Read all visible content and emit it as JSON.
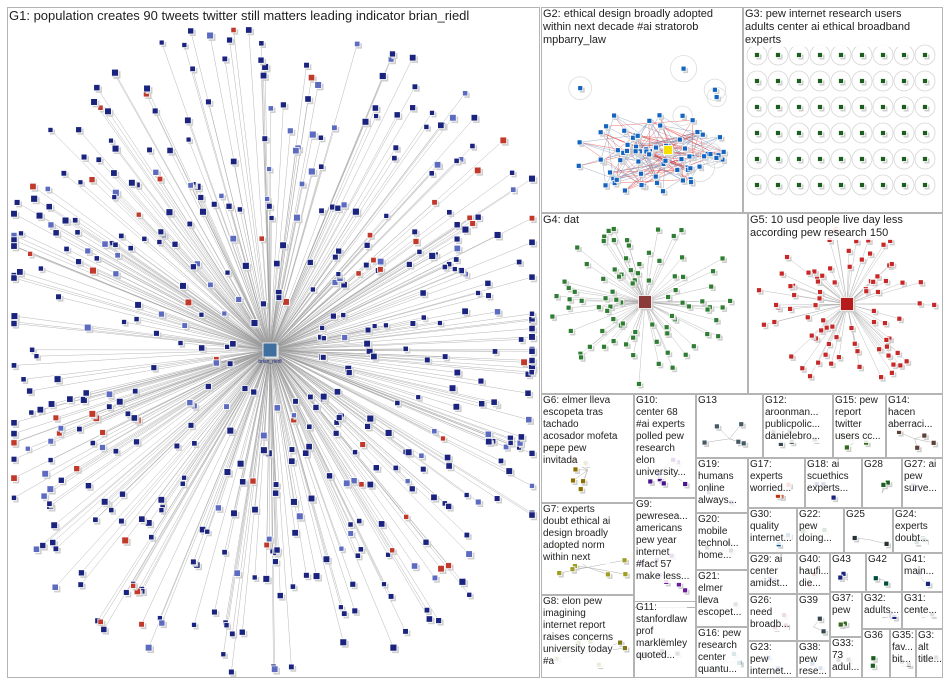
{
  "graph_title": "",
  "groups": [
    {
      "id": "G1",
      "label": "G1: population creates 90 tweets twitter still matters leading indicator brian_riedl",
      "center_label": "brian_riedl",
      "color": "#1a237e"
    },
    {
      "id": "G2",
      "label": "G2: ethical design broadly adopted\nwithin next decade #ai stratorob\nmpbarry_law",
      "color": "#1565c0"
    },
    {
      "id": "G3",
      "label": "G3: pew internet research users\nadults center ai ethical broadband\nexperts",
      "color": "#1b5e20"
    },
    {
      "id": "G4",
      "label": "G4: dat",
      "center_label": "",
      "color": "#2e7d32"
    },
    {
      "id": "G5",
      "label": "G5: 10 usd people live day less\naccording pew research 150",
      "center_label": "",
      "color": "#c62828"
    },
    {
      "id": "G6",
      "label": "G6: elmer lleva\nescopeta tras\ntachado\nacosador mofeta\npepe pew\ninvitada",
      "color": "#8d6e00"
    },
    {
      "id": "G7",
      "label": "G7: experts\ndoubt ethical ai\ndesign broadly\nadopted norm\nwithin next",
      "color": "#9e9d24"
    },
    {
      "id": "G8",
      "label": "G8: elon pew\nimagining\ninternet report\nraises concerns\nuniversity today\n#a",
      "color": "#827717"
    },
    {
      "id": "G9",
      "label": "G9:\npewresea...\namericans\npew year\ninternet\n#fact 57\nmake less...",
      "color": "#6a1b9a"
    },
    {
      "id": "G10",
      "label": "G10:\ncenter 68\n#ai experts\npolled pew\nresearch\nelon\nuniversity...",
      "color": "#4a148c"
    },
    {
      "id": "G11",
      "label": "G11:\nstanfordlaw\nprof\nmarklemley\nquoted...",
      "color": "#4e342e"
    },
    {
      "id": "G12",
      "label": "G12:\naroonman...\npublicpolic...\ndanielebro...",
      "color": "#37474f"
    },
    {
      "id": "G13",
      "label": "G13",
      "color": "#455a64"
    },
    {
      "id": "G14",
      "label": "G14:\nhacen\naberraci...",
      "color": "#5d4037"
    },
    {
      "id": "G15",
      "label": "G15: pew\nreport\ntwitter\nusers cc...",
      "color": "#33691e"
    },
    {
      "id": "G16",
      "label": "G16: pew\nresearch\ncenter\nquantu...",
      "color": "#006064"
    },
    {
      "id": "G17",
      "label": "G17:\nexperts\nworried...",
      "color": "#bf360c"
    },
    {
      "id": "G18",
      "label": "G18: ai\nscuethics\nexperts...",
      "color": "#1a237e"
    },
    {
      "id": "G19",
      "label": "G19:\nhumans\nonline\nalways...",
      "color": "#283593"
    },
    {
      "id": "G20",
      "label": "G20:\nmobile\ntechnol...\nhome...",
      "color": "#3e2723"
    },
    {
      "id": "G21",
      "label": "G21:\nelmer\nlleva\nescopet...",
      "color": "#5d4037"
    },
    {
      "id": "G22",
      "label": "G22:\npew\ndoing...",
      "color": "#1b5e20"
    },
    {
      "id": "G23",
      "label": "G23:\npew\ninternet...",
      "color": "#0d47a1"
    },
    {
      "id": "G24",
      "label": "G24:\nexperts\ndoubt...",
      "color": "#004d40"
    },
    {
      "id": "G25",
      "label": "G25",
      "color": "#263238"
    },
    {
      "id": "G26",
      "label": "G26:\nneed\nbroadb...",
      "color": "#880e4f"
    },
    {
      "id": "G27",
      "label": "G27: ai\npew\nsurve...",
      "color": "#4a148c"
    },
    {
      "id": "G28",
      "label": "G28",
      "color": "#1b5e20"
    },
    {
      "id": "G29",
      "label": "G29: ai\ncenter\namidst...",
      "color": "#311b92"
    },
    {
      "id": "G30",
      "label": "G30:\nquality\ninternet...",
      "color": "#01579b"
    },
    {
      "id": "G31",
      "label": "G31:\ncente...",
      "color": "#3e2723"
    },
    {
      "id": "G32",
      "label": "G32:\nadults...",
      "color": "#1a237e"
    },
    {
      "id": "G33",
      "label": "G33:\n73\nadul...",
      "color": "#4e342e"
    },
    {
      "id": "G35",
      "label": "G35:\nfav...\nbit...",
      "color": "#263238"
    },
    {
      "id": "G36",
      "label": "G36",
      "color": "#1b5e20"
    },
    {
      "id": "G37",
      "label": "G37:\npew",
      "color": "#33691e"
    },
    {
      "id": "G38",
      "label": "G38:\npew\nrese...",
      "color": "#0d47a1"
    },
    {
      "id": "G39",
      "label": "G39",
      "color": "#37474f"
    },
    {
      "id": "G40",
      "label": "G40:\nhaufi...\ndie...",
      "color": "#b71c1c"
    },
    {
      "id": "G41",
      "label": "G41:\nmain...",
      "color": "#1a237e"
    },
    {
      "id": "G42",
      "label": "G42",
      "color": "#004d40"
    },
    {
      "id": "G43",
      "label": "G43",
      "color": "#1a237e"
    },
    {
      "id": "G3x",
      "label": "G3:\nalt\ntitle...",
      "color": "#263238"
    }
  ]
}
